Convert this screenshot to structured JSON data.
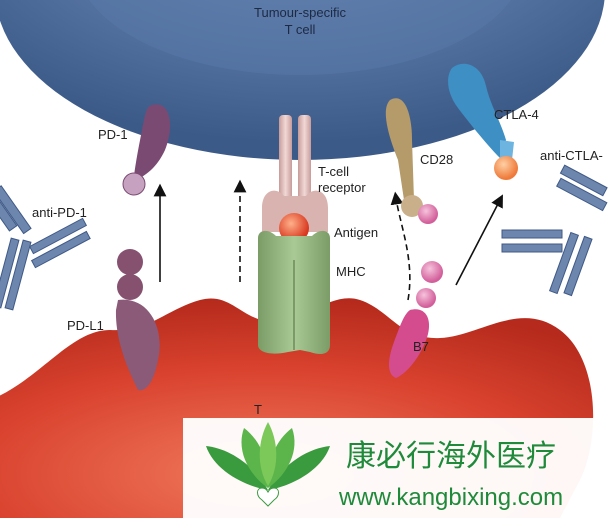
{
  "labels": {
    "t_cell_line1": "Tumour-specific",
    "t_cell_line2": "T cell",
    "pd1": "PD-1",
    "ctla4": "CTLA-4",
    "anti_ctla4": "anti-CTLA-",
    "cd28": "CD28",
    "tcr_line1": "T-cell",
    "tcr_line2": "receptor",
    "antigen": "Antigen",
    "mhc": "MHC",
    "anti_pd1": "anti-PD-1",
    "pdl1": "PD-L1",
    "b7": "B7",
    "tumour_cell_partial": "T"
  },
  "watermark": {
    "cn_text": "康必行海外医疗",
    "url": "www.kangbixing.com"
  },
  "colors": {
    "t_cell": "#4a6896",
    "tumour_cell": "#d9422e",
    "pd1": "#7a4a72",
    "ctla4": "#3d8fc4",
    "cd28": "#b59a6a",
    "mhc": "#8fb07a",
    "b7": "#d44c8e",
    "antibody": "#6d86ad",
    "watermark_green": "#1f8a3a"
  }
}
